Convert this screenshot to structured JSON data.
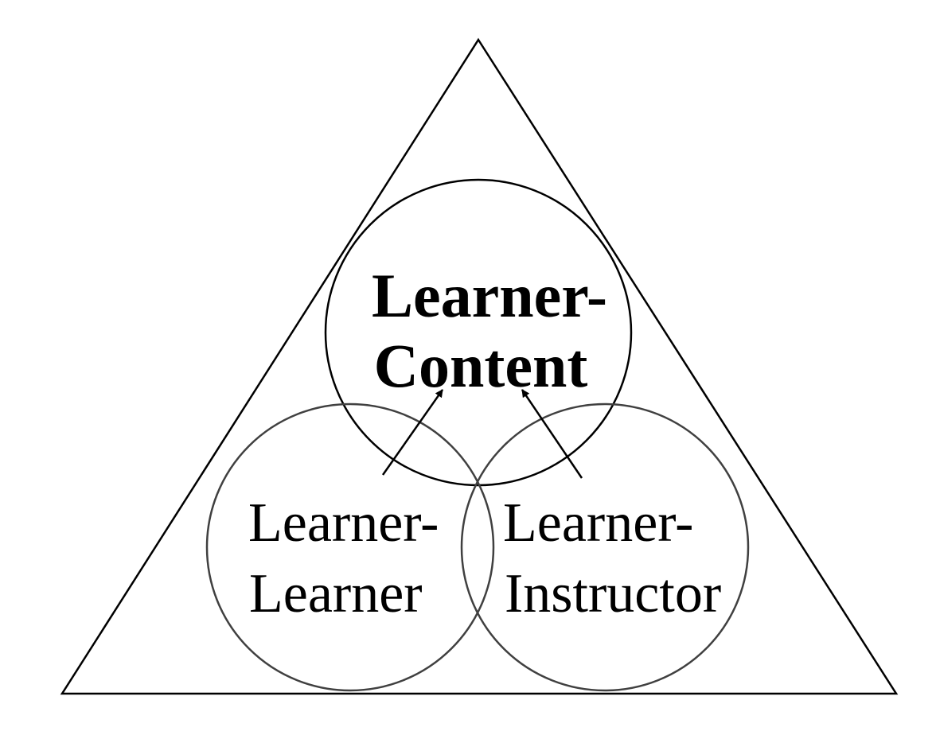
{
  "diagram": {
    "colors": {
      "triangle_stroke": "#000000",
      "top_circle_stroke": "#000000",
      "bottom_circle_stroke": "#404040",
      "arrow": "#000000",
      "text": "#000000",
      "background": "#ffffff"
    },
    "top": {
      "line1": "Learner-",
      "line2": "Content"
    },
    "left": {
      "line1": "Learner-",
      "line2": "Learner"
    },
    "right": {
      "line1": "Learner-",
      "line2": "Instructor"
    }
  }
}
